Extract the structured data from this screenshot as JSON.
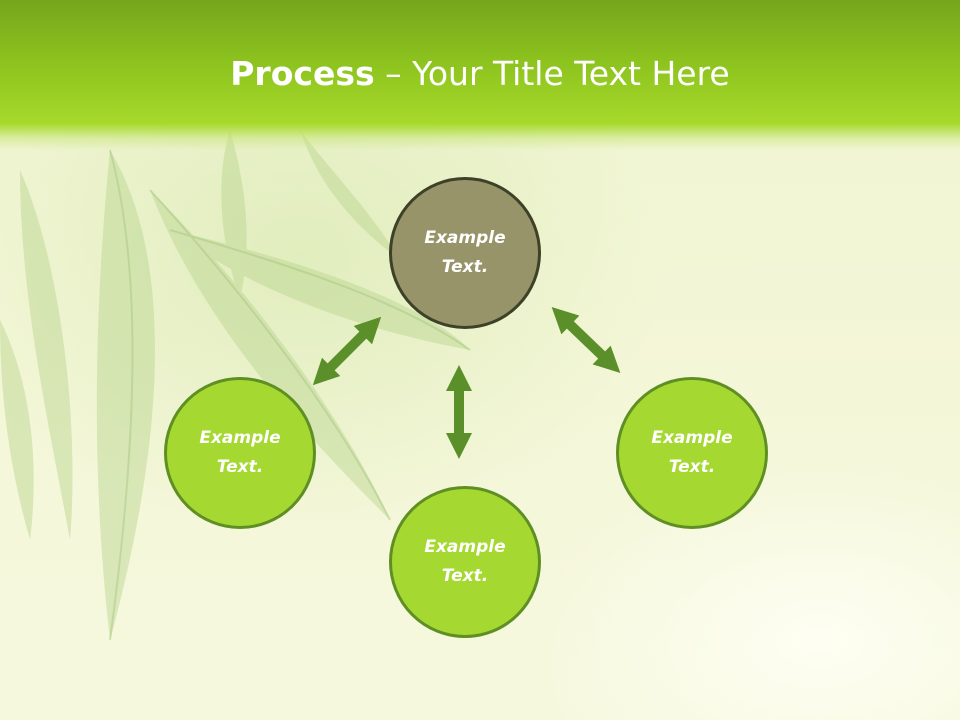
{
  "slide": {
    "title_bold": "Process",
    "title_rest": " – Your Title Text Here"
  },
  "nodes": {
    "top": "Example\nText.",
    "left": "Example\nText.",
    "bottom": "Example\nText.",
    "right": "Example\nText."
  },
  "colors": {
    "header_green": "#8cc21e",
    "node_green": "#a6d832",
    "node_center": "#979469",
    "arrow_green": "#5b8f2a"
  }
}
